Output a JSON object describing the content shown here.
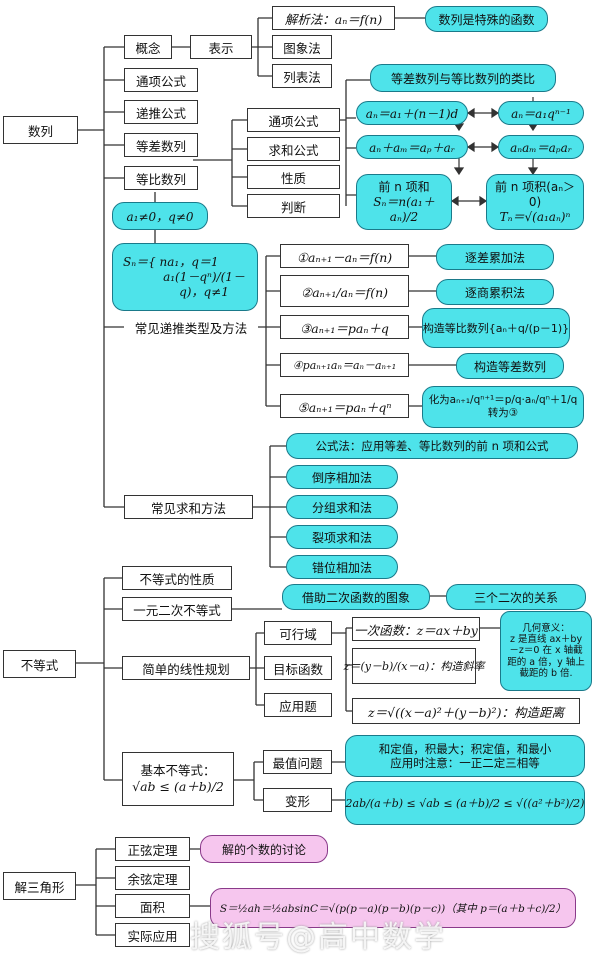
{
  "sequence": {
    "root": "数列",
    "concept": "概念",
    "representation": "表示",
    "analytic": "解析法：aₙ＝f(n)",
    "analytic_note": "数列是特殊的函数",
    "graph": "图象法",
    "table": "列表法",
    "general_formula": "通项公式",
    "recursive_formula": "递推公式",
    "arithmetic": "等差数列",
    "geometric": "等比数列",
    "sub": [
      "通项公式",
      "求和公式",
      "性质",
      "判断"
    ],
    "analogy_title": "等差数列与等比数列的类比",
    "a_gen": "aₙ＝a₁＋(n－1)d",
    "g_gen": "aₙ＝a₁qⁿ⁻¹",
    "a_prop": "aₙ＋aₘ＝aₚ＋aᵣ",
    "g_prop": "aₙaₘ＝aₚaᵣ",
    "a_sum_line1": "前 n 项和",
    "a_sum_line2": "Sₙ＝n(a₁＋aₙ)/2",
    "g_sum_line1": "前 n 项积(aₙ＞0)",
    "g_sum_line2": "Tₙ＝√(a₁aₙ)ⁿ",
    "geo_cond": "a₁≠0，q≠0",
    "geo_sum_line1": "Sₙ＝{ na₁，q＝1",
    "geo_sum_line2": "a₁(1－qⁿ)/(1－q)，q≠1",
    "recurrence_types": "常见递推类型及方法",
    "rec": [
      {
        "left": "①aₙ₊₁－aₙ＝f(n)",
        "right": "逐差累加法"
      },
      {
        "left": "②aₙ₊₁/aₙ＝f(n)",
        "right": "逐商累积法"
      },
      {
        "left": "③aₙ₊₁＝paₙ＋q",
        "right": "构造等比数列{aₙ＋q/(p－1)}"
      },
      {
        "left": "④paₙ₊₁aₙ＝aₙ－aₙ₊₁",
        "right": "构造等差数列"
      },
      {
        "left": "⑤aₙ₊₁＝paₙ＋qⁿ",
        "right": "化为aₙ₊₁/qⁿ⁺¹＝p/q·aₙ/qⁿ＋1/q转为③"
      }
    ],
    "sum_methods": "常见求和方法",
    "sm": [
      "公式法：应用等差、等比数列的前 n 项和公式",
      "倒序相加法",
      "分组求和法",
      "裂项求和法",
      "错位相加法"
    ]
  },
  "inequality": {
    "root": "不等式",
    "properties": "不等式的性质",
    "quadratic": "一元二次不等式",
    "quad_graph": "借助二次函数的图象",
    "quad_rel": "三个二次的关系",
    "lp": "简单的线性规划",
    "feasible": "可行域",
    "objective": "目标函数",
    "application": "应用题",
    "linear_fn": "一次函数：z＝ax＋by",
    "slope": "z＝(y－b)/(x－a)：构造斜率",
    "distance": "z＝√((x－a)²＋(y－b)²)：构造距离",
    "geom_line1": "几何意义：",
    "geom_line2": "z 是直线 ax＋by",
    "geom_line3": "－z＝0 在 x 轴截",
    "geom_line4": "距的 a 倍，y 轴上",
    "geom_line5": "截距的 b 倍.",
    "basic": "基本不等式：",
    "basic_formula": "√ab ≤ (a＋b)/2",
    "extremum": "最值问题",
    "deform": "变形",
    "extremum_note_1": "和定值，积最大；积定值，和最小",
    "extremum_note_2": "应用时注意：一正二定三相等",
    "deform_formula": "2ab/(a＋b) ≤ √ab ≤ (a＋b)/2 ≤ √((a²＋b²)/2)"
  },
  "triangle": {
    "root": "解三角形",
    "sine": "正弦定理",
    "sine_note": "解的个数的讨论",
    "cosine": "余弦定理",
    "area": "面积",
    "applied": "实际应用",
    "area_formula": "S＝½ah＝½absinC＝√(p(p－a)(p－b)(p－c))（其中 p＝(a＋b＋c)/2）"
  },
  "watermark": "搜狐号@高中数学"
}
